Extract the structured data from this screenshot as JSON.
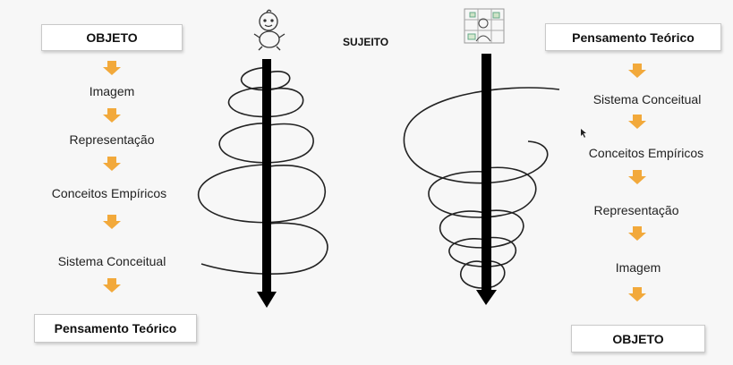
{
  "left": {
    "top_box": "OBJETO",
    "steps": [
      "Imagem",
      "Representação",
      "Conceitos Empíricos",
      "Sistema Conceitual"
    ],
    "bottom_box": "Pensamento Teórico"
  },
  "center": {
    "label": "SUJEITO",
    "baby_icon": "baby-icon",
    "adult_icon": "adult-scholar-icon"
  },
  "right": {
    "top_box": "Pensamento Teórico",
    "steps": [
      "Sistema Conceitual",
      "Conceitos Empíricos",
      "Representação",
      "Imagem"
    ],
    "bottom_box": "OBJETO"
  },
  "colors": {
    "arrow_orange": "#f2a93b",
    "vertical_arrow": "#000000",
    "spiral": "#222222"
  }
}
